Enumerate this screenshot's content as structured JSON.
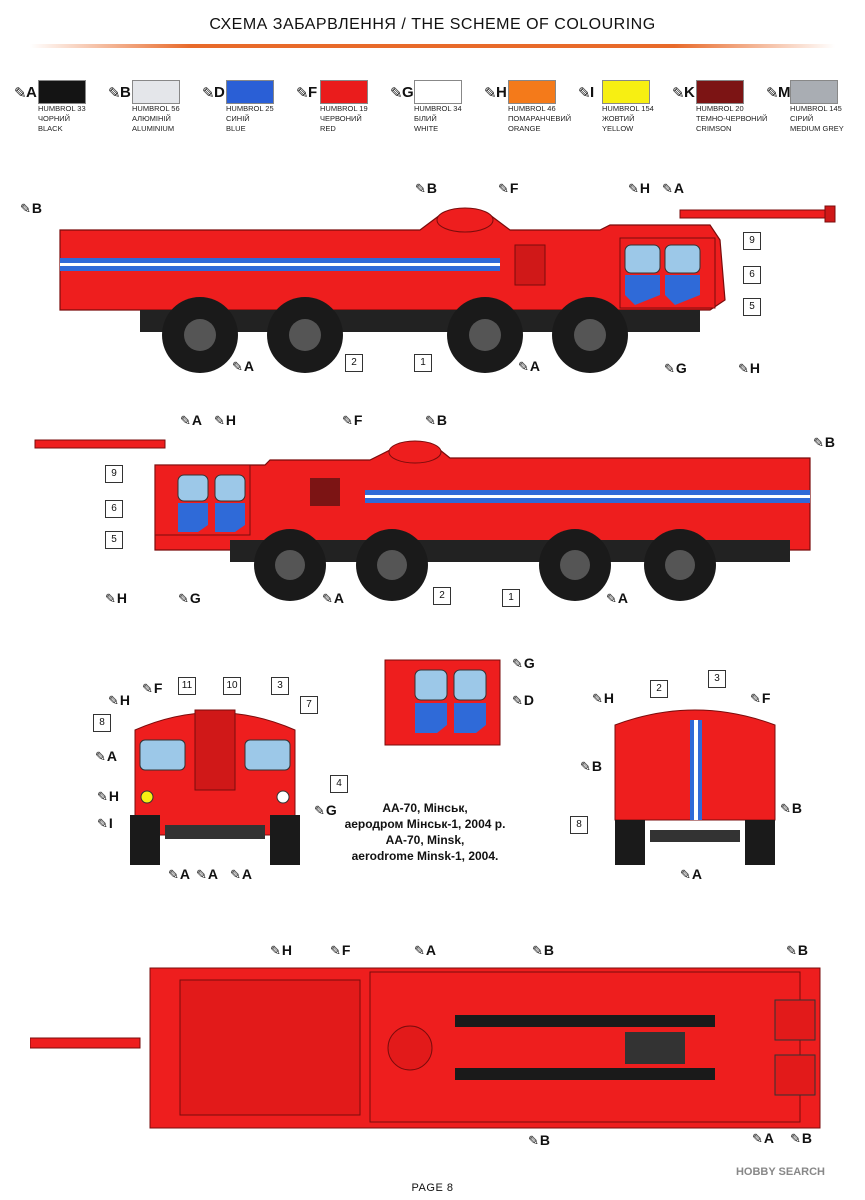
{
  "header": {
    "title": "СХЕМА ЗАБАРВЛЕННЯ / THE SCHEME OF COLOURING"
  },
  "palette": [
    {
      "letter": "A",
      "line1": "HUMBROL 33",
      "line2": "ЧОРНИЙ",
      "line3": "BLACK",
      "color": "#141414"
    },
    {
      "letter": "B",
      "line1": "HUMBROL 56",
      "line2": "АЛЮМІНІЙ",
      "line3": "ALUMINIUM",
      "color": "#e4e6ea"
    },
    {
      "letter": "D",
      "line1": "HUMBROL 25",
      "line2": "СИНІЙ",
      "line3": "BLUE",
      "color": "#2a5fd6"
    },
    {
      "letter": "F",
      "line1": "HUMBROL 19",
      "line2": "ЧЕРВОНИЙ",
      "line3": "RED",
      "color": "#ea1c1c"
    },
    {
      "letter": "G",
      "line1": "HUMBROL 34",
      "line2": "БІЛИЙ",
      "line3": "WHITE",
      "color": "#ffffff"
    },
    {
      "letter": "H",
      "line1": "HUMBROL 46",
      "line2": "ПОМАРАНЧЕВИЙ",
      "line3": "ORANGE",
      "color": "#f47a1a"
    },
    {
      "letter": "I",
      "line1": "HUMBROL 154",
      "line2": "ЖОВТИЙ",
      "line3": "YELLOW",
      "color": "#f7ef12"
    },
    {
      "letter": "K",
      "line1": "HUMBROL 20",
      "line2": "ТЕМНО-ЧЕРВОНИЙ",
      "line3": "CRIMSON",
      "color": "#7c1414"
    },
    {
      "letter": "M",
      "line1": "HUMBROL 145",
      "line2": "СІРИЙ",
      "line3": "MEDIUM GREY",
      "color": "#a9adb3"
    }
  ],
  "caption": {
    "line1": "АА-70, Мінськ,",
    "line2": "аеродром Мінськ-1, 2004 р.",
    "line3": "AA-70, Minsk,",
    "line4": "aerodrome Minsk-1, 2004."
  },
  "footer": {
    "page": "PAGE 8"
  },
  "watermark": "HOBBY SEARCH",
  "colors": {
    "body_red": "#ee1e1e",
    "dark_red": "#b81010",
    "stripe_blue": "#2f6ad8",
    "tire": "#1a1a1a",
    "accent": "#e86a2a"
  }
}
